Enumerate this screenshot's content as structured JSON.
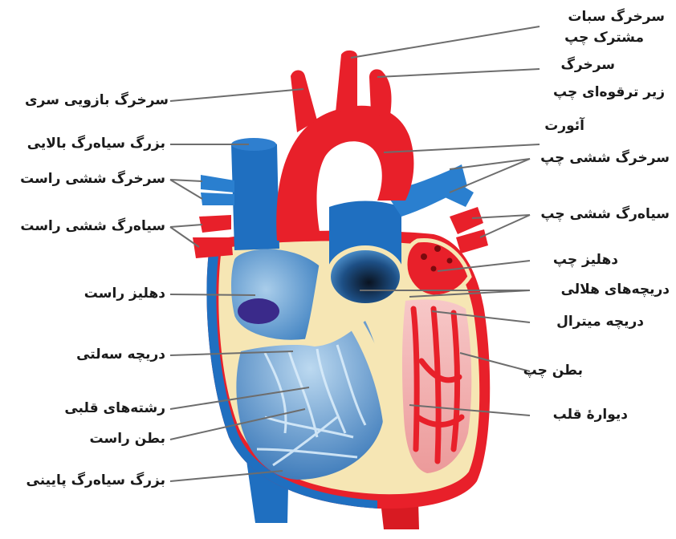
{
  "labels": {
    "brachiocephalic_artery": "سرخرگ بازویی سری",
    "superior_vena_cava": "بزرگ سیاه‌رگ بالایی",
    "right_pulmonary_artery": "سرخرگ ششی راست",
    "right_pulmonary_vein": "سیاه‌رگ ششی راست",
    "right_atrium": "دهلیز راست",
    "tricuspid_valve": "دریچه سه‌لتی",
    "chordae_tendineae": "رشته‌های قلبی",
    "right_ventricle": "بطن راست",
    "inferior_vena_cava": "بزرگ سیاه‌رگ پایینی",
    "left_common_carotid_line1": "سرخرگ سبات",
    "left_common_carotid_line2": "مشترک چپ",
    "left_subclavian_line1": "سرخرگ",
    "left_subclavian_line2": "زیر ترقوه‌ای چپ",
    "aorta": "آئورت",
    "left_pulmonary_artery": "سرخرگ ششی چپ",
    "left_pulmonary_vein": "سیاه‌رگ ششی چپ",
    "left_atrium": "دهلیز چپ",
    "semilunar_valves": "دریچه‌های هلالی",
    "mitral_valve": "دریچه میترال",
    "left_ventricle": "بطن چپ",
    "heart_wall": "دیوارهٔ قلب"
  },
  "colors": {
    "oxygenated": "#e8202a",
    "deoxygenated": "#1f6fc0",
    "wall": "#f6e6b4",
    "chamber_light": "#7fb2dc",
    "leader": "#6d6d6d"
  }
}
